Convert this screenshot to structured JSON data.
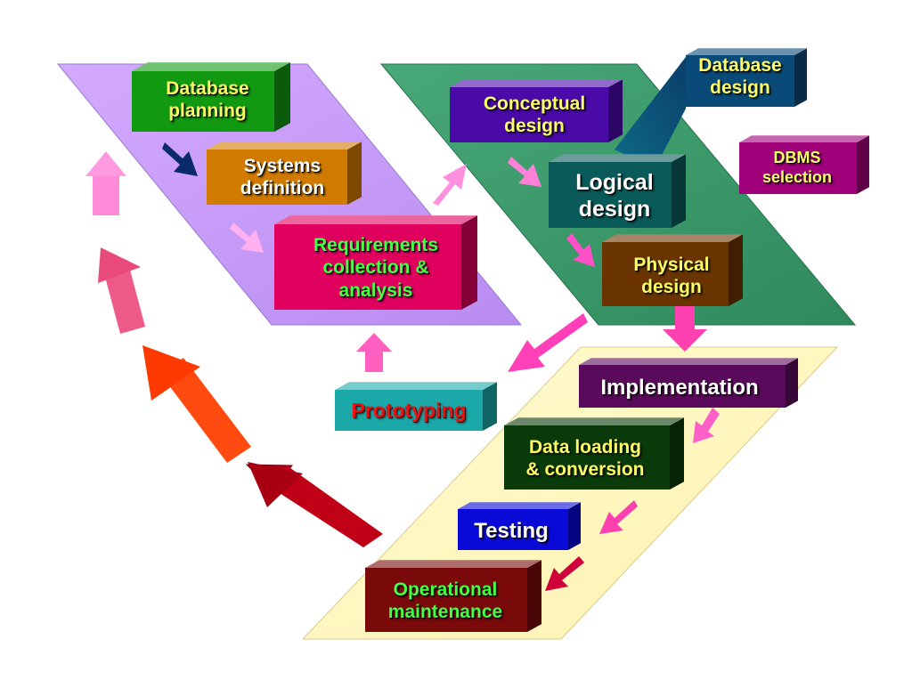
{
  "colors": {
    "planning_band": "#c797ff",
    "design_band": "#3a9a6a",
    "implementation_band": "#fff8c0"
  },
  "stages": {
    "database_planning": {
      "label": "Database\nplanning",
      "text_color": "#ffff66",
      "face": "#119911"
    },
    "systems_definition": {
      "label": "Systems\ndefinition",
      "text_color": "#ffffff",
      "face": "#d17a00"
    },
    "requirements": {
      "label": "Requirements\ncollection &\nanalysis",
      "text_color": "#44ff44",
      "face": "#e0005e"
    },
    "database_design": {
      "label": "Database\ndesign",
      "text_color": "#ffff66",
      "face": "#0a4a78"
    },
    "conceptual_design": {
      "label": "Conceptual\ndesign",
      "text_color": "#ffff66",
      "face": "#4a0aa8"
    },
    "logical_design": {
      "label": "Logical\ndesign",
      "text_color": "#ffffff",
      "face": "#0a5a5a"
    },
    "dbms_selection": {
      "label": "DBMS\nselection",
      "text_color": "#ffff66",
      "face": "#a0007a"
    },
    "physical_design": {
      "label": "Physical\ndesign",
      "text_color": "#ffff66",
      "face": "#6a3400"
    },
    "prototyping": {
      "label": "Prototyping",
      "text_color": "#ee1111",
      "face": "#1aa8a8"
    },
    "implementation": {
      "label": "Implementation",
      "text_color": "#ffffff",
      "face": "#5a0a5a"
    },
    "data_loading": {
      "label": "Data loading\n& conversion",
      "text_color": "#ffff66",
      "face": "#0a3a0a"
    },
    "testing": {
      "label": "Testing",
      "text_color": "#ffffff",
      "face": "#0a0ad8"
    },
    "operational_maintenance": {
      "label": "Operational\nmaintenance",
      "text_color": "#44ff44",
      "face": "#7a0a0a"
    }
  }
}
